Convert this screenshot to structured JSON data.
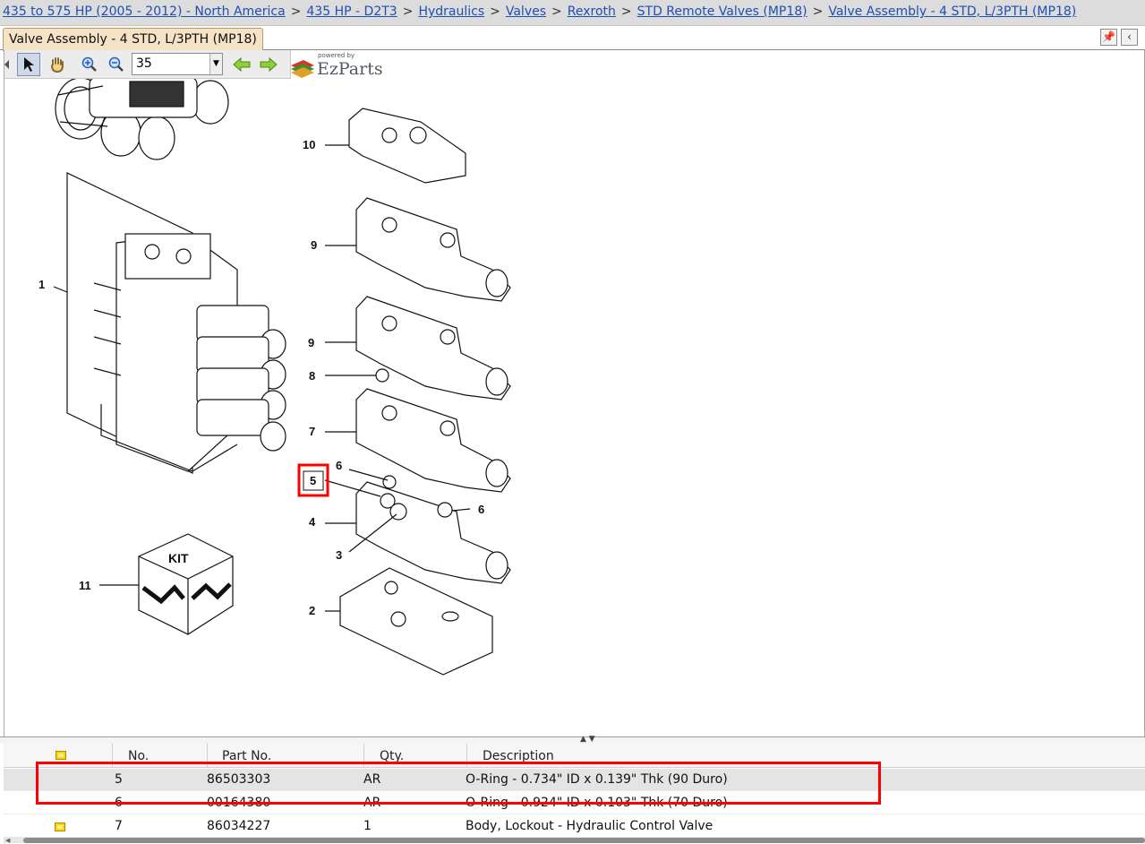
{
  "breadcrumb": {
    "items": [
      "435 to 575 HP (2005 - 2012) - North America",
      "435 HP - D2T3",
      "Hydraulics",
      "Valves",
      "Rexroth",
      "STD Remote Valves (MP18)",
      "Valve Assembly - 4 STD, L/3PTH (MP18)"
    ],
    "separator": ">"
  },
  "tab": {
    "title": "Valve Assembly - 4 STD, L/3PTH (MP18)"
  },
  "toolbar": {
    "zoom_value": "35",
    "logo_powered": "powered by",
    "logo_name": "EzParts",
    "icons": [
      "select-arrow",
      "pan-hand",
      "zoom-in",
      "zoom-out",
      "back-arrow",
      "forward-arrow"
    ]
  },
  "diagram": {
    "callouts": [
      "10",
      "9",
      "1",
      "9",
      "8",
      "7",
      "6",
      "5",
      "6",
      "4",
      "3",
      "11",
      "2"
    ],
    "kit_label": "KIT",
    "highlighted_callout": "5"
  },
  "grid": {
    "headers": {
      "no": "No.",
      "part": "Part No.",
      "qty": "Qty.",
      "desc": "Description"
    },
    "rows": [
      {
        "no": "5",
        "part": "86503303",
        "qty": "AR",
        "desc": "O-Ring - 0.734\" ID x 0.139\" Thk (90 Duro)",
        "icon": false,
        "selected": true
      },
      {
        "no": "6",
        "part": "00164380",
        "qty": "AR",
        "desc": "O-Ring - 0.924\" ID x 0.103\" Thk (70 Duro)",
        "icon": false,
        "selected": false
      },
      {
        "no": "7",
        "part": "86034227",
        "qty": "1",
        "desc": "Body, Lockout - Hydraulic Control Valve",
        "icon": true,
        "selected": false
      }
    ]
  },
  "colors": {
    "highlight": "#ff0000",
    "link": "#1f4fb0",
    "tab_bg": "#f6e3c6",
    "selected_row": "#e4e4e4"
  }
}
